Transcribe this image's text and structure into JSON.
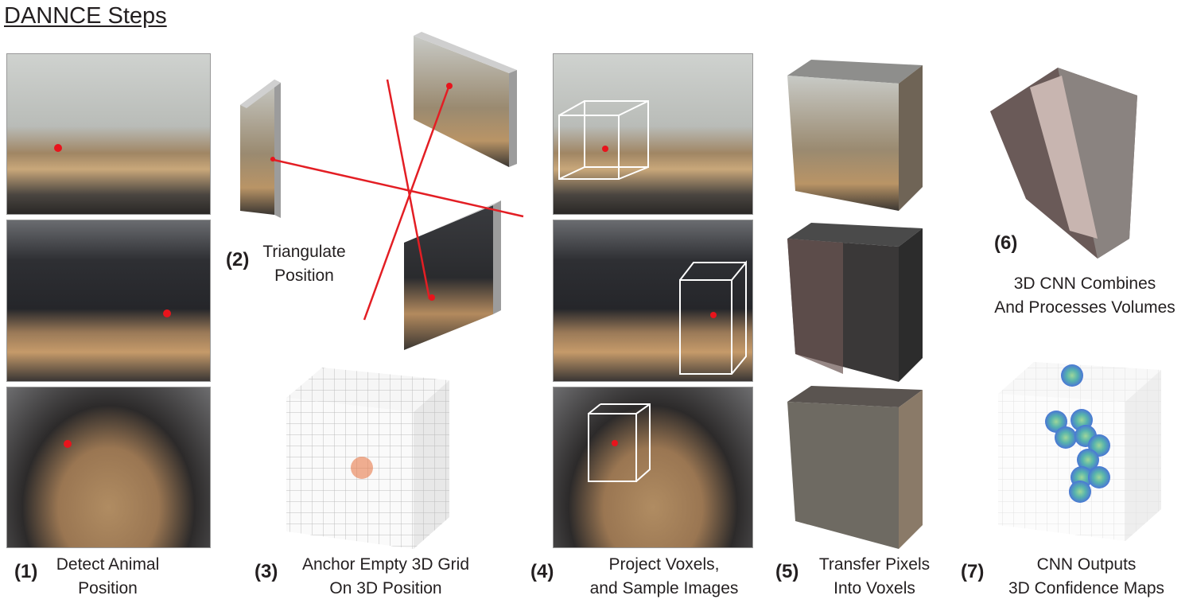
{
  "title": "DANNCE Steps",
  "steps": [
    {
      "num": "(1)",
      "line1": "Detect Animal",
      "line2": "Position"
    },
    {
      "num": "(2)",
      "line1": "Triangulate",
      "line2": "Position"
    },
    {
      "num": "(3)",
      "line1": "Anchor Empty 3D Grid",
      "line2": "On 3D Position"
    },
    {
      "num": "(4)",
      "line1": "Project Voxels,",
      "line2": "and Sample Images"
    },
    {
      "num": "(5)",
      "line1": "Transfer Pixels",
      "line2": "Into Voxels"
    },
    {
      "num": "(6)",
      "line1": "3D CNN Combines",
      "line2": "And Processes Volumes"
    },
    {
      "num": "(7)",
      "line1": "CNN Outputs",
      "line2": "3D Confidence Maps"
    }
  ],
  "colors": {
    "marker": "#e8141c",
    "ray": "#e31e24",
    "grid": "#bfbfbf",
    "confidence": "#3a7fd0"
  }
}
